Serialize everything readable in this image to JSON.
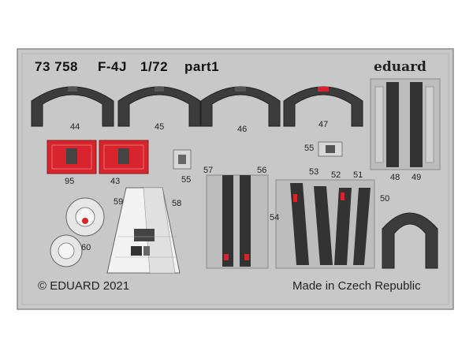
{
  "header": {
    "product_code": "73 758",
    "aircraft": "F-4J",
    "scale": "1/72",
    "sheet": "part1",
    "brand": "eduard"
  },
  "footer": {
    "copyright": "© EDUARD 2021",
    "origin": "Made in Czech Republic"
  },
  "part_numbers": [
    "44",
    "45",
    "46",
    "47",
    "48",
    "49",
    "95",
    "43",
    "55",
    "55",
    "57",
    "56",
    "53",
    "52",
    "51",
    "50",
    "54",
    "59",
    "58",
    "60"
  ],
  "colors": {
    "fret": "#c8c8c8",
    "fret_outline": "#8a8a8a",
    "part_dark": "#3c3c3c",
    "part_red": "#d8242c",
    "part_white": "#f2f2f2"
  }
}
